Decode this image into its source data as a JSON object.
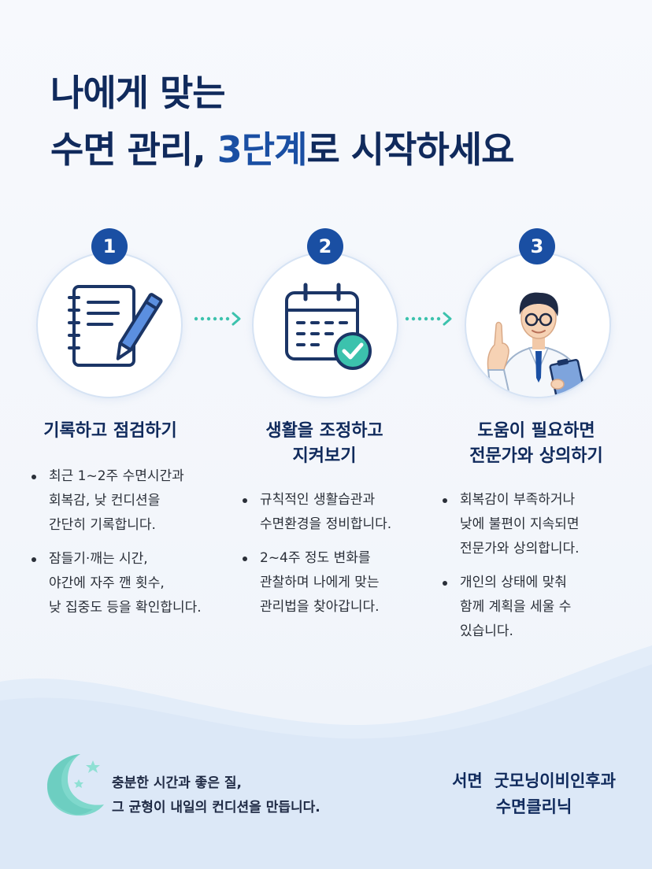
{
  "headline": {
    "line1": "나에게 맞는",
    "line2_pre": "수면 관리, ",
    "line2_accent": "3단계",
    "line2_post": "로 시작하세요"
  },
  "steps": [
    {
      "number": "1",
      "icon": "notebook-pen-icon",
      "title_line1": "기록하고 점검하기",
      "title_line2": "",
      "bullets": [
        [
          "최근 1~2주 수면시간과",
          "회복감, 낮 컨디션을",
          "간단히 기록합니다."
        ],
        [
          "잠들기·깨는 시간,",
          "야간에 자주 깬 횟수,",
          "낮 집중도 등을 확인합니다."
        ]
      ]
    },
    {
      "number": "2",
      "icon": "calendar-check-icon",
      "title_line1": "생활을 조정하고",
      "title_line2": "지켜보기",
      "bullets": [
        [
          "규칙적인 생활습관과",
          "수면환경을 정비합니다."
        ],
        [
          "2~4주 정도 변화를",
          "관찰하며 나에게 맞는",
          "관리법을 찾아갑니다."
        ]
      ]
    },
    {
      "number": "3",
      "icon": "doctor-icon",
      "title_line1": "도움이 필요하면",
      "title_line2": "전문가와 상의하기",
      "bullets": [
        [
          "회복감이 부족하거나",
          "낮에 불편이 지속되면",
          "전문가와 상의합니다."
        ],
        [
          "개인의 상태에 맞춰",
          "함께 계획을 세울 수",
          "있습니다."
        ]
      ]
    }
  ],
  "footer": {
    "message_line1": "충분한 시간과 좋은 질,",
    "message_line2": "그 균형이 내일의 컨디션을 만듭니다.",
    "clinic_line1": "서면  굿모닝이비인후과",
    "clinic_line2": "수면클리닉",
    "moon_icon": "crescent-moon-icon"
  },
  "colors": {
    "navy": "#102a5c",
    "accent_blue": "#1a4fa3",
    "teal": "#3cc2ad",
    "circle_border": "#d6e3f4"
  }
}
